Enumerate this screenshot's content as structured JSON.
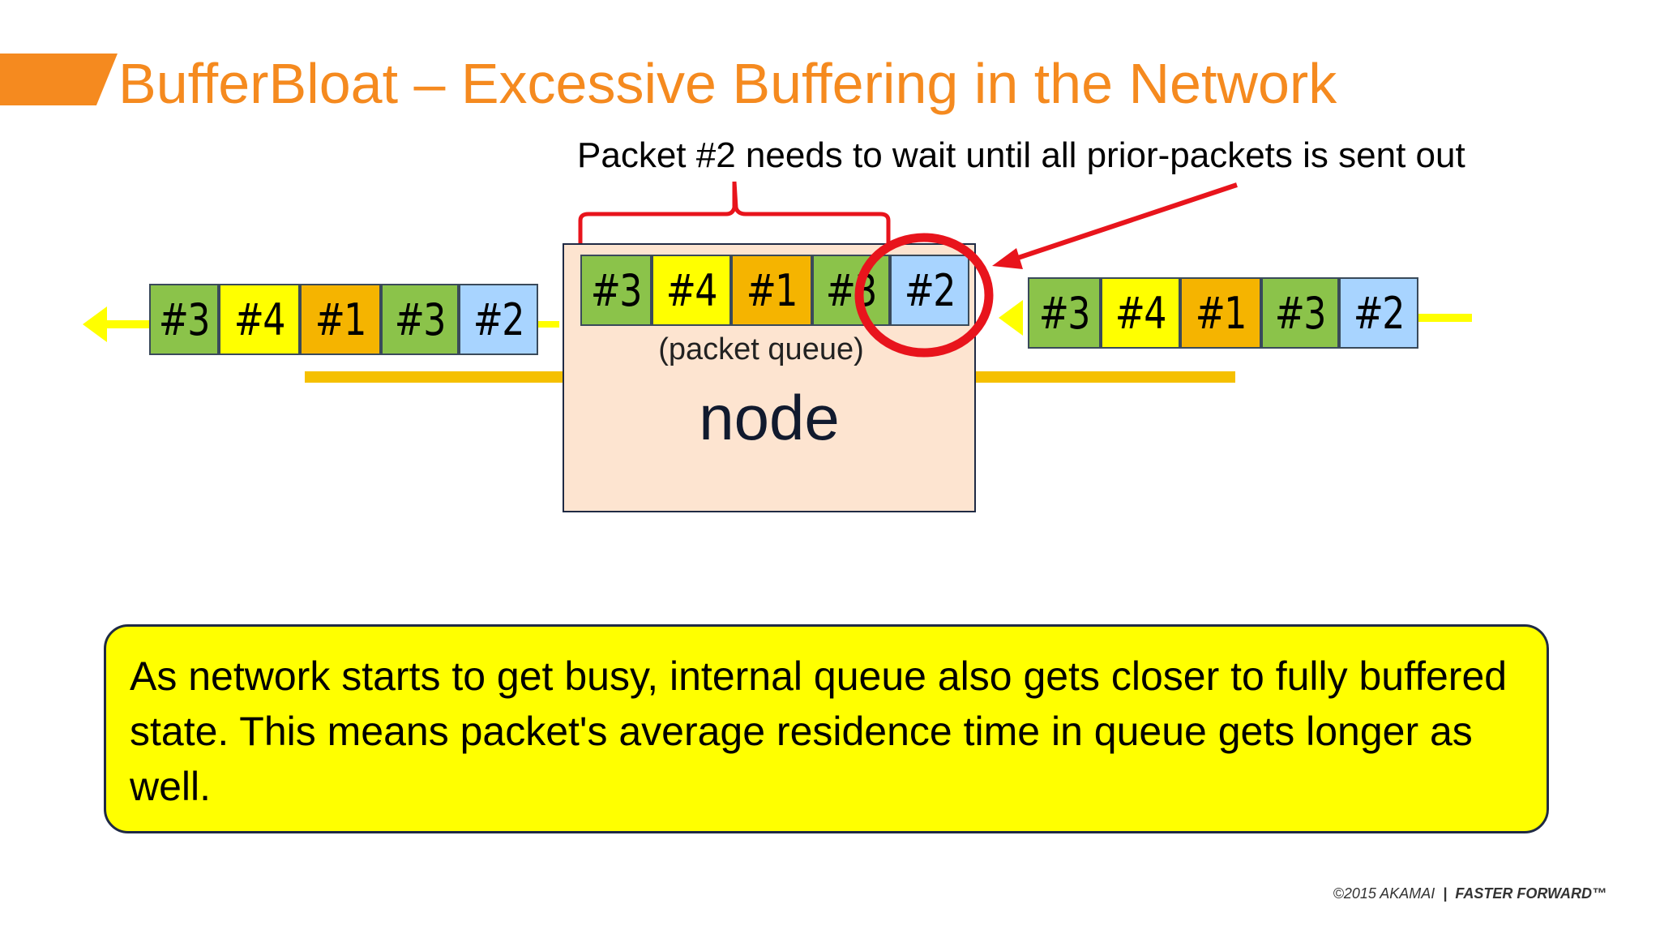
{
  "slide": {
    "title": "BufferBloat – Excessive Buffering in the Network",
    "callout": "Packet #2 needs to wait until all prior-packets is sent out",
    "queue_label": "(packet queue)",
    "node_label": "node",
    "message": "As network starts to get busy, internal queue also gets closer to fully buffered state. This means packet's average residence time in queue gets longer as well.",
    "footer_copyright": "©2015 AKAMAI",
    "footer_separator": "|",
    "footer_tagline": "FASTER FORWARD™"
  },
  "rows": {
    "outgoing": [
      {
        "label": "#3",
        "color": "green"
      },
      {
        "label": "#4",
        "color": "yellow"
      },
      {
        "label": "#1",
        "color": "orange"
      },
      {
        "label": "#3",
        "color": "green"
      },
      {
        "label": "#2",
        "color": "blue"
      }
    ],
    "queue": [
      {
        "label": "#3",
        "color": "green"
      },
      {
        "label": "#4",
        "color": "yellow"
      },
      {
        "label": "#1",
        "color": "orange"
      },
      {
        "label": "#3",
        "color": "green"
      },
      {
        "label": "#2",
        "color": "blue"
      }
    ],
    "incoming": [
      {
        "label": "#3",
        "color": "green"
      },
      {
        "label": "#4",
        "color": "yellow"
      },
      {
        "label": "#1",
        "color": "orange"
      },
      {
        "label": "#3",
        "color": "green"
      },
      {
        "label": "#2",
        "color": "blue"
      }
    ]
  },
  "colors": {
    "accent": "#f58a1f",
    "highlight_circle": "#e8141c",
    "link_line": "#f5c000",
    "flow_arrow": "#ffff00"
  }
}
